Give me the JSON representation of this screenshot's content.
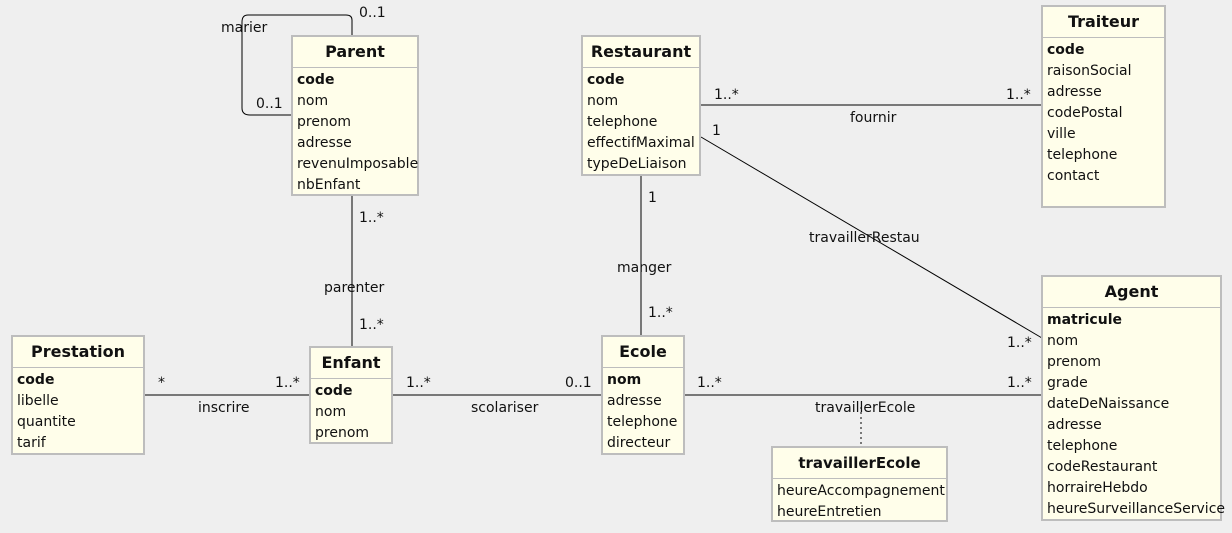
{
  "colors": {
    "background": "#efefef",
    "class_fill": "#fffeea",
    "class_border": "#bdbdbd",
    "line": "#000000"
  },
  "classes": {
    "parent": {
      "name": "Parent",
      "attributes": [
        "code",
        "nom",
        "prenom",
        "adresse",
        "revenuImposable",
        "nbEnfant"
      ],
      "key": "code"
    },
    "restaurant": {
      "name": "Restaurant",
      "attributes": [
        "code",
        "nom",
        "telephone",
        "effectifMaximal",
        "typeDeLiaison"
      ],
      "key": "code"
    },
    "traiteur": {
      "name": "Traiteur",
      "attributes": [
        "code",
        "raisonSocial",
        "adresse",
        "codePostal",
        "ville",
        "telephone",
        "contact"
      ],
      "key": "code"
    },
    "prestation": {
      "name": "Prestation",
      "attributes": [
        "code",
        "libelle",
        "quantite",
        "tarif"
      ],
      "key": "code"
    },
    "enfant": {
      "name": "Enfant",
      "attributes": [
        "code",
        "nom",
        "prenom"
      ],
      "key": "code"
    },
    "ecole": {
      "name": "Ecole",
      "attributes": [
        "nom",
        "adresse",
        "telephone",
        "directeur"
      ],
      "key": "nom"
    },
    "agent": {
      "name": "Agent",
      "attributes": [
        "matricule",
        "nom",
        "prenom",
        "grade",
        "dateDeNaissance",
        "adresse",
        "telephone",
        "codeRestaurant",
        "horraireHebdo",
        "heureSurveillanceService"
      ],
      "key": "matricule"
    },
    "travaillerEcole": {
      "name": "travaillerEcole",
      "attributes": [
        "heureAccompagnement",
        "heureEntretien"
      ],
      "key": ""
    }
  },
  "associations": {
    "marier": {
      "name": "marier",
      "mult_a": "0..1",
      "mult_b": "0..1"
    },
    "parenter": {
      "name": "parenter",
      "mult_parent": "1..*",
      "mult_enfant": "1..*"
    },
    "fournir": {
      "name": "fournir",
      "mult_restaurant": "1..*",
      "mult_traiteur": "1..*"
    },
    "travaillerRestau": {
      "name": "travaillerRestau",
      "mult_restaurant": "1",
      "mult_agent": "1..*"
    },
    "manger": {
      "name": "manger",
      "mult_restaurant": "1",
      "mult_ecole": "1..*"
    },
    "inscrire": {
      "name": "inscrire",
      "mult_prestation": "*",
      "mult_enfant": "1..*"
    },
    "scolariser": {
      "name": "scolariser",
      "mult_enfant": "1..*",
      "mult_ecole": "0..1"
    },
    "travaillerEcole": {
      "name": "travaillerEcole",
      "mult_ecole": "1..*",
      "mult_agent": "1..*"
    }
  }
}
